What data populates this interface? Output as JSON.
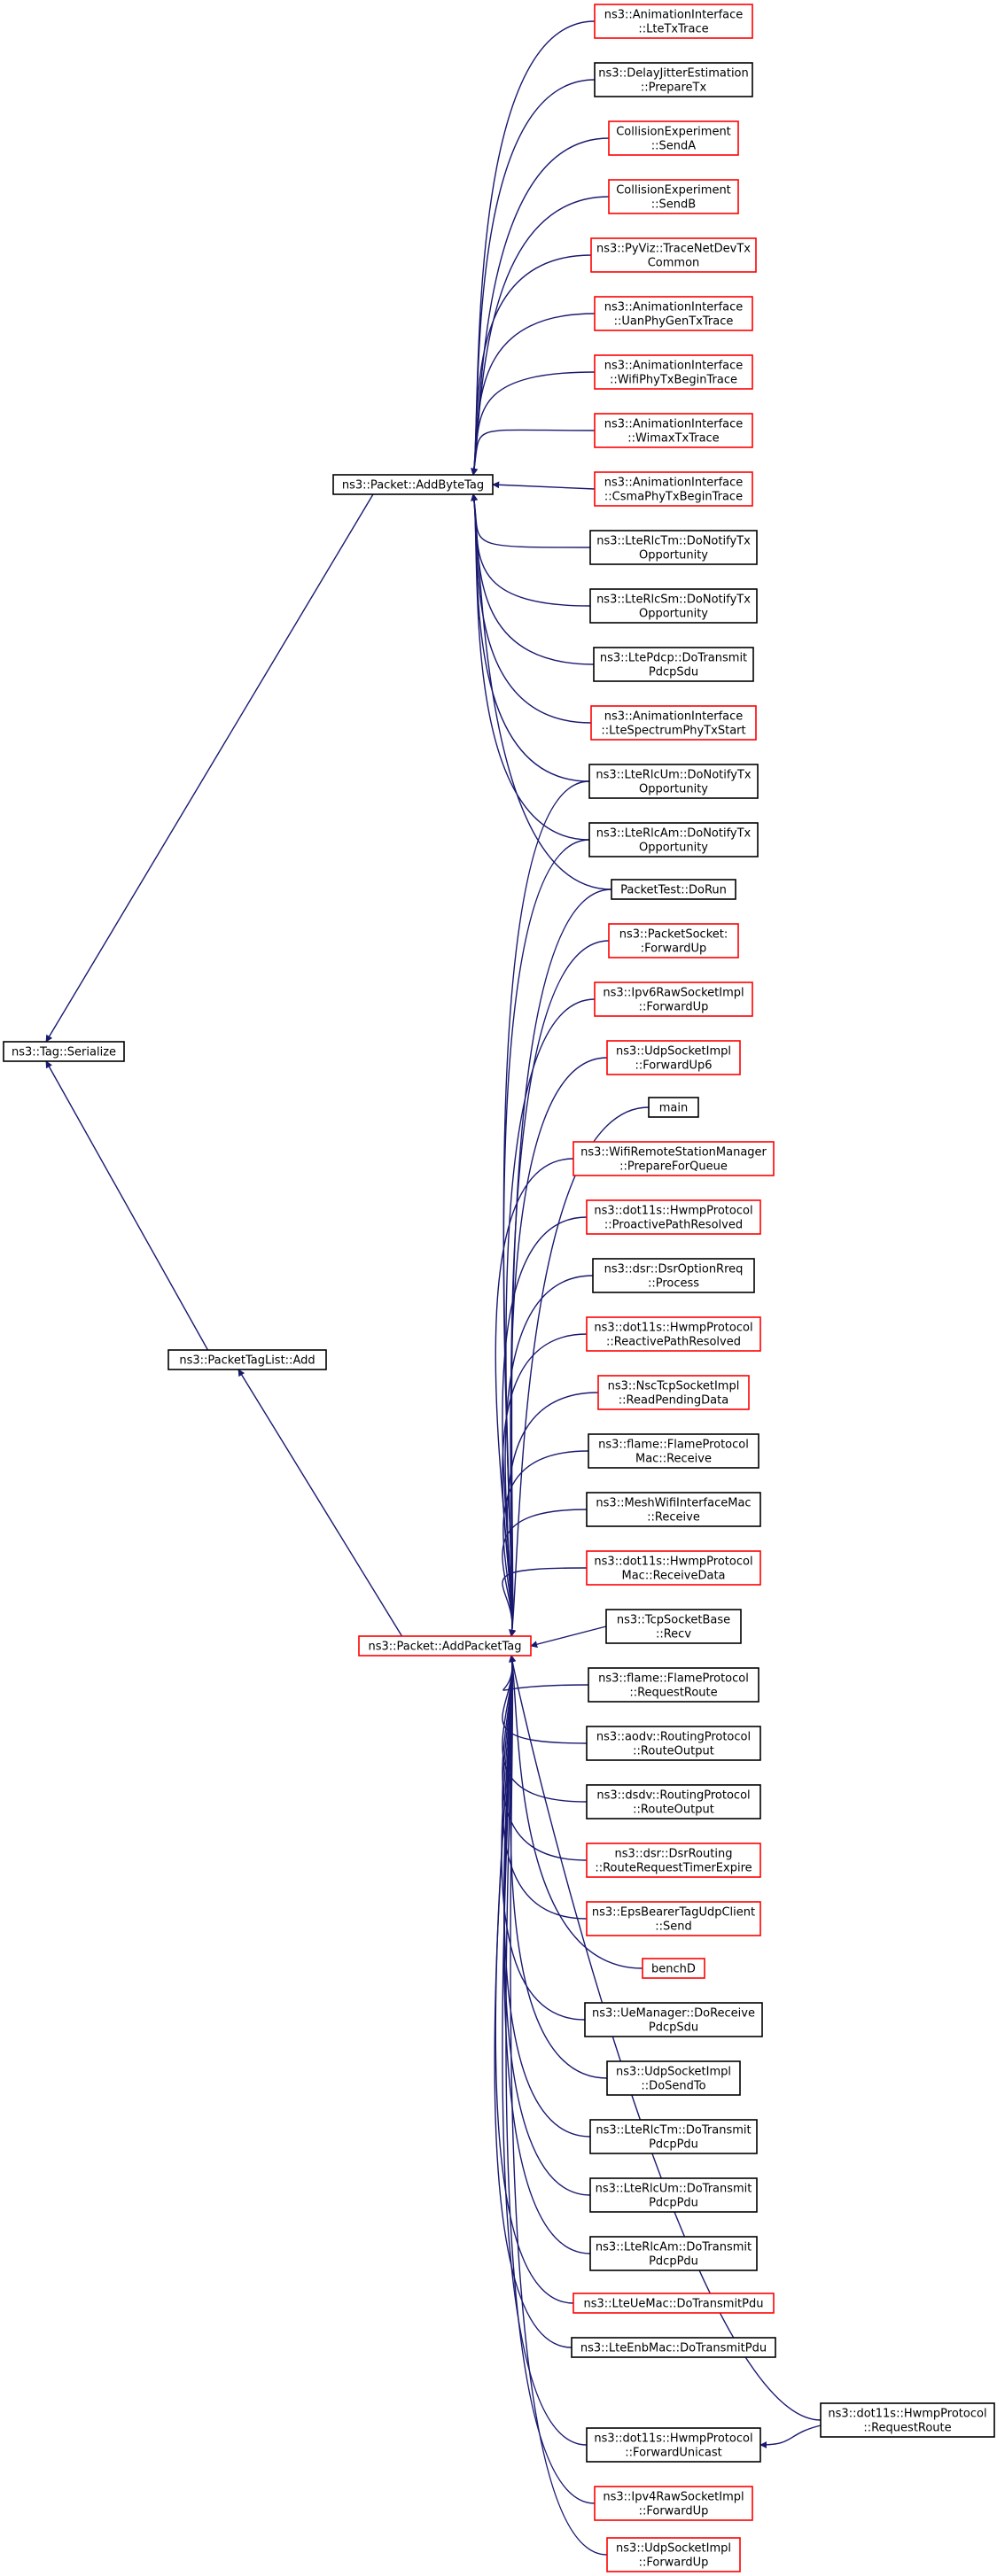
{
  "colors": {
    "edge": "#191970",
    "border_black": "#000000",
    "border_red": "#ff0000",
    "focus_fill": "#bfbfbf",
    "background": "#ffffff"
  },
  "nodes": [
    {
      "id": "serialize",
      "lines": [
        "ns3::Tag::Serialize"
      ],
      "border": "black",
      "focus": true
    },
    {
      "id": "addbytetag",
      "lines": [
        "ns3::Packet::AddByteTag"
      ],
      "border": "black"
    },
    {
      "id": "packettaglist-add",
      "lines": [
        "ns3::PacketTagList::Add"
      ],
      "border": "black"
    },
    {
      "id": "addpackettag",
      "lines": [
        "ns3::Packet::AddPacketTag"
      ],
      "border": "red"
    },
    {
      "id": "anim-ltetxtrace",
      "lines": [
        "ns3::AnimationInterface",
        "::LteTxTrace"
      ],
      "border": "red"
    },
    {
      "id": "delayjitter-preparetx",
      "lines": [
        "ns3::DelayJitterEstimation",
        "::PrepareTx"
      ],
      "border": "black"
    },
    {
      "id": "collision-senda",
      "lines": [
        "CollisionExperiment",
        "::SendA"
      ],
      "border": "red"
    },
    {
      "id": "collision-sendb",
      "lines": [
        "CollisionExperiment",
        "::SendB"
      ],
      "border": "red"
    },
    {
      "id": "pyviz-tracenetdevtx",
      "lines": [
        "ns3::PyViz::TraceNetDevTx",
        "Common"
      ],
      "border": "red"
    },
    {
      "id": "anim-uanphygentxtrace",
      "lines": [
        "ns3::AnimationInterface",
        "::UanPhyGenTxTrace"
      ],
      "border": "red"
    },
    {
      "id": "anim-wifiphytxbegintrace",
      "lines": [
        "ns3::AnimationInterface",
        "::WifiPhyTxBeginTrace"
      ],
      "border": "red"
    },
    {
      "id": "anim-wimaxtxtrace",
      "lines": [
        "ns3::AnimationInterface",
        "::WimaxTxTrace"
      ],
      "border": "red"
    },
    {
      "id": "anim-csmaphytxbegintrace",
      "lines": [
        "ns3::AnimationInterface",
        "::CsmaPhyTxBeginTrace"
      ],
      "border": "red"
    },
    {
      "id": "lterlctm-donotifytx",
      "lines": [
        "ns3::LteRlcTm::DoNotifyTx",
        "Opportunity"
      ],
      "border": "black"
    },
    {
      "id": "lterlcsm-donotifytx",
      "lines": [
        "ns3::LteRlcSm::DoNotifyTx",
        "Opportunity"
      ],
      "border": "black"
    },
    {
      "id": "ltepdcp-dotransmitpdcpsdu",
      "lines": [
        "ns3::LtePdcp::DoTransmit",
        "PdcpSdu"
      ],
      "border": "black"
    },
    {
      "id": "anim-ltespectrumphytxstart",
      "lines": [
        "ns3::AnimationInterface",
        "::LteSpectrumPhyTxStart"
      ],
      "border": "red"
    },
    {
      "id": "lterlcum-donotifytx",
      "lines": [
        "ns3::LteRlcUm::DoNotifyTx",
        "Opportunity"
      ],
      "border": "black"
    },
    {
      "id": "lterlcam-donotifytx",
      "lines": [
        "ns3::LteRlcAm::DoNotifyTx",
        "Opportunity"
      ],
      "border": "black"
    },
    {
      "id": "packettest-dorun",
      "lines": [
        "PacketTest::DoRun"
      ],
      "border": "black"
    },
    {
      "id": "packetsocket-forwardup",
      "lines": [
        "ns3::PacketSocket:",
        ":ForwardUp"
      ],
      "border": "red"
    },
    {
      "id": "ipv6rawsocketimpl-forwardup",
      "lines": [
        "ns3::Ipv6RawSocketImpl",
        "::ForwardUp"
      ],
      "border": "red"
    },
    {
      "id": "udpsocketimpl-forwardup6",
      "lines": [
        "ns3::UdpSocketImpl",
        "::ForwardUp6"
      ],
      "border": "red"
    },
    {
      "id": "main",
      "lines": [
        "main"
      ],
      "border": "black"
    },
    {
      "id": "wifiremote-prepareforqueue",
      "lines": [
        "ns3::WifiRemoteStationManager",
        "::PrepareForQueue"
      ],
      "border": "red"
    },
    {
      "id": "hwmp-proactivepathresolved",
      "lines": [
        "ns3::dot11s::HwmpProtocol",
        "::ProactivePathResolved"
      ],
      "border": "red"
    },
    {
      "id": "dsroptionrreq-process",
      "lines": [
        "ns3::dsr::DsrOptionRreq",
        "::Process"
      ],
      "border": "black"
    },
    {
      "id": "hwmp-reactivepathresolved",
      "lines": [
        "ns3::dot11s::HwmpProtocol",
        "::ReactivePathResolved"
      ],
      "border": "red"
    },
    {
      "id": "nsctcpsocketimpl-readpendingdata",
      "lines": [
        "ns3::NscTcpSocketImpl",
        "::ReadPendingData"
      ],
      "border": "red"
    },
    {
      "id": "flameprotocolmac-receive",
      "lines": [
        "ns3::flame::FlameProtocol",
        "Mac::Receive"
      ],
      "border": "black"
    },
    {
      "id": "meshwifiinterfacemac-receive",
      "lines": [
        "ns3::MeshWifiInterfaceMac",
        "::Receive"
      ],
      "border": "black"
    },
    {
      "id": "hwmpmac-receivedata",
      "lines": [
        "ns3::dot11s::HwmpProtocol",
        "Mac::ReceiveData"
      ],
      "border": "red"
    },
    {
      "id": "tcpsocketbase-recv",
      "lines": [
        "ns3::TcpSocketBase",
        "::Recv"
      ],
      "border": "black"
    },
    {
      "id": "flameprotocol-requestroute",
      "lines": [
        "ns3::flame::FlameProtocol",
        "::RequestRoute"
      ],
      "border": "black"
    },
    {
      "id": "aodv-routeoutput",
      "lines": [
        "ns3::aodv::RoutingProtocol",
        "::RouteOutput"
      ],
      "border": "black"
    },
    {
      "id": "dsdv-routeoutput",
      "lines": [
        "ns3::dsdv::RoutingProtocol",
        "::RouteOutput"
      ],
      "border": "black"
    },
    {
      "id": "dsrrouting-routerequesttimerexpire",
      "lines": [
        "ns3::dsr::DsrRouting",
        "::RouteRequestTimerExpire"
      ],
      "border": "red"
    },
    {
      "id": "epsbearertagudpclient-send",
      "lines": [
        "ns3::EpsBearerTagUdpClient",
        "::Send"
      ],
      "border": "red"
    },
    {
      "id": "benchd",
      "lines": [
        "benchD"
      ],
      "border": "red"
    },
    {
      "id": "uemanager-doreceivepdcpsdu",
      "lines": [
        "ns3::UeManager::DoReceive",
        "PdcpSdu"
      ],
      "border": "black"
    },
    {
      "id": "udpsocketimpl-dosendto",
      "lines": [
        "ns3::UdpSocketImpl",
        "::DoSendTo"
      ],
      "border": "black"
    },
    {
      "id": "lterlctm-dotransmitpdcppdu",
      "lines": [
        "ns3::LteRlcTm::DoTransmit",
        "PdcpPdu"
      ],
      "border": "black"
    },
    {
      "id": "lterlcum-dotransmitpdcppdu",
      "lines": [
        "ns3::LteRlcUm::DoTransmit",
        "PdcpPdu"
      ],
      "border": "black"
    },
    {
      "id": "lterlcam-dotransmitpdcppdu",
      "lines": [
        "ns3::LteRlcAm::DoTransmit",
        "PdcpPdu"
      ],
      "border": "black"
    },
    {
      "id": "lteuemac-dotransmitpdu",
      "lines": [
        "ns3::LteUeMac::DoTransmitPdu"
      ],
      "border": "red"
    },
    {
      "id": "lteenbmac-dotransmitpdu",
      "lines": [
        "ns3::LteEnbMac::DoTransmitPdu"
      ],
      "border": "black"
    },
    {
      "id": "hwmp-requestroute",
      "lines": [
        "ns3::dot11s::HwmpProtocol",
        "::RequestRoute"
      ],
      "border": "black"
    },
    {
      "id": "hwmp-forwardunicast",
      "lines": [
        "ns3::dot11s::HwmpProtocol",
        "::ForwardUnicast"
      ],
      "border": "black"
    },
    {
      "id": "ipv4rawsocketimpl-forwardup",
      "lines": [
        "ns3::Ipv4RawSocketImpl",
        "::ForwardUp"
      ],
      "border": "red"
    },
    {
      "id": "udpsocketimpl-forwardup",
      "lines": [
        "ns3::UdpSocketImpl",
        "::ForwardUp"
      ],
      "border": "red"
    }
  ],
  "edges": [
    [
      "addbytetag",
      "serialize"
    ],
    [
      "packettaglist-add",
      "serialize"
    ],
    [
      "addpackettag",
      "packettaglist-add"
    ],
    [
      "anim-ltetxtrace",
      "addbytetag"
    ],
    [
      "delayjitter-preparetx",
      "addbytetag"
    ],
    [
      "collision-senda",
      "addbytetag"
    ],
    [
      "collision-sendb",
      "addbytetag"
    ],
    [
      "pyviz-tracenetdevtx",
      "addbytetag"
    ],
    [
      "anim-uanphygentxtrace",
      "addbytetag"
    ],
    [
      "anim-wifiphytxbegintrace",
      "addbytetag"
    ],
    [
      "anim-wimaxtxtrace",
      "addbytetag"
    ],
    [
      "anim-csmaphytxbegintrace",
      "addbytetag"
    ],
    [
      "lterlctm-donotifytx",
      "addbytetag"
    ],
    [
      "lterlcsm-donotifytx",
      "addbytetag"
    ],
    [
      "ltepdcp-dotransmitpdcpsdu",
      "addbytetag"
    ],
    [
      "anim-ltespectrumphytxstart",
      "addbytetag"
    ],
    [
      "lterlcum-donotifytx",
      "addbytetag"
    ],
    [
      "lterlcam-donotifytx",
      "addbytetag"
    ],
    [
      "packettest-dorun",
      "addbytetag"
    ],
    [
      "lterlcum-donotifytx",
      "addpackettag"
    ],
    [
      "lterlcam-donotifytx",
      "addpackettag"
    ],
    [
      "packettest-dorun",
      "addpackettag"
    ],
    [
      "packetsocket-forwardup",
      "addpackettag"
    ],
    [
      "ipv6rawsocketimpl-forwardup",
      "addpackettag"
    ],
    [
      "udpsocketimpl-forwardup6",
      "addpackettag"
    ],
    [
      "main",
      "addpackettag"
    ],
    [
      "wifiremote-prepareforqueue",
      "addpackettag"
    ],
    [
      "hwmp-proactivepathresolved",
      "addpackettag"
    ],
    [
      "dsroptionrreq-process",
      "addpackettag"
    ],
    [
      "hwmp-reactivepathresolved",
      "addpackettag"
    ],
    [
      "nsctcpsocketimpl-readpendingdata",
      "addpackettag"
    ],
    [
      "flameprotocolmac-receive",
      "addpackettag"
    ],
    [
      "meshwifiinterfacemac-receive",
      "addpackettag"
    ],
    [
      "hwmpmac-receivedata",
      "addpackettag"
    ],
    [
      "tcpsocketbase-recv",
      "addpackettag"
    ],
    [
      "flameprotocol-requestroute",
      "addpackettag"
    ],
    [
      "aodv-routeoutput",
      "addpackettag"
    ],
    [
      "dsdv-routeoutput",
      "addpackettag"
    ],
    [
      "dsrrouting-routerequesttimerexpire",
      "addpackettag"
    ],
    [
      "epsbearertagudpclient-send",
      "addpackettag"
    ],
    [
      "benchd",
      "addpackettag"
    ],
    [
      "uemanager-doreceivepdcpsdu",
      "addpackettag"
    ],
    [
      "udpsocketimpl-dosendto",
      "addpackettag"
    ],
    [
      "lterlctm-dotransmitpdcppdu",
      "addpackettag"
    ],
    [
      "lterlcum-dotransmitpdcppdu",
      "addpackettag"
    ],
    [
      "lterlcam-dotransmitpdcppdu",
      "addpackettag"
    ],
    [
      "lteuemac-dotransmitpdu",
      "addpackettag"
    ],
    [
      "lteenbmac-dotransmitpdu",
      "addpackettag"
    ],
    [
      "hwmp-requestroute",
      "addpackettag"
    ],
    [
      "hwmp-forwardunicast",
      "addpackettag"
    ],
    [
      "ipv4rawsocketimpl-forwardup",
      "addpackettag"
    ],
    [
      "udpsocketimpl-forwardup",
      "addpackettag"
    ],
    [
      "hwmp-requestroute",
      "hwmp-forwardunicast"
    ]
  ]
}
